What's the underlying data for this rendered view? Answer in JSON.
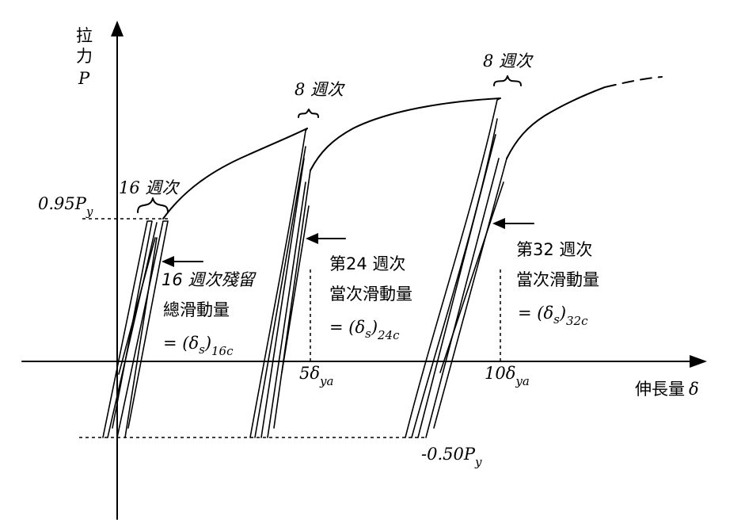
{
  "axes": {
    "y_label_line1": "拉",
    "y_label_line2": "力",
    "y_symbol": "P",
    "x_label_text": "伸長量",
    "x_symbol": "δ"
  },
  "levels": {
    "upper_value": "0.95P",
    "upper_sub": "y",
    "lower_value": "-0.50P",
    "lower_sub": "y"
  },
  "ticks": {
    "t5_main": "5δ",
    "t5_sub": "ya",
    "t10_main": "10δ",
    "t10_sub": "ya"
  },
  "cycle_groups": {
    "g1": "16 週次",
    "g2": "8 週次",
    "g3": "8 週次"
  },
  "annotations": {
    "a1_line1": "16 週次殘留",
    "a1_line2": "總滑動量",
    "a1_eq": "= (δ",
    "a1_s": "s",
    "a1_close": ")",
    "a1_sub": "16c",
    "a2_line1": "第24 週次",
    "a2_line2": "當次滑動量",
    "a2_eq": "= (δ",
    "a2_s": "s",
    "a2_close": ")",
    "a2_sub": "24c",
    "a3_line1": "第32 週次",
    "a3_line2": "當次滑動量",
    "a3_eq": "= (δ",
    "a3_s": "s",
    "a3_close": ")",
    "a3_sub": "32c"
  }
}
